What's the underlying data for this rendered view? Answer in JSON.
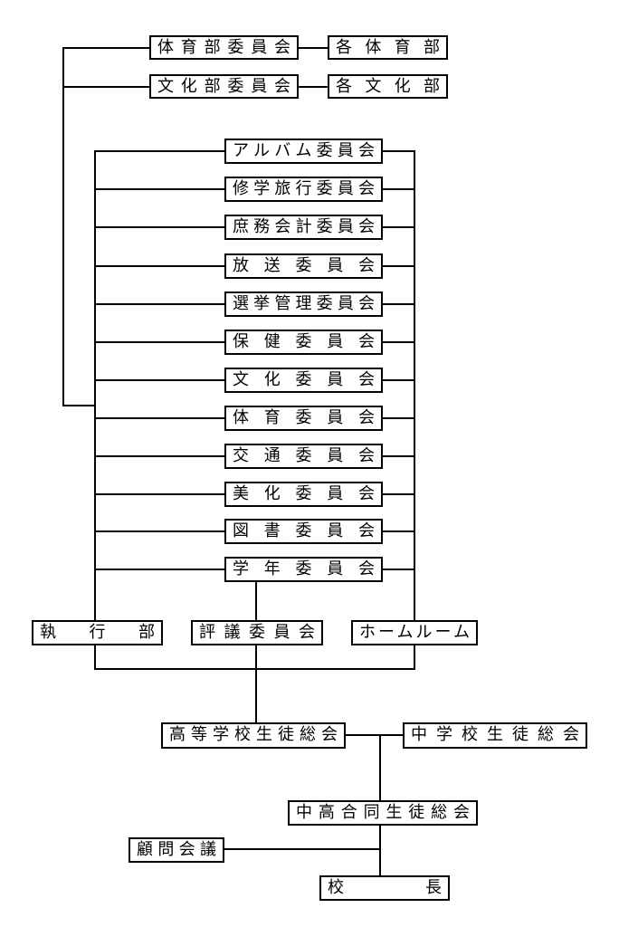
{
  "diagram": {
    "type": "org-chart",
    "colors": {
      "line": "#000000",
      "background": "#ffffff",
      "text": "#000000"
    },
    "club_branch": {
      "sports_club_committee": "体育部委員会",
      "each_sports_club": "各体育部",
      "culture_club_committee": "文化部委員会",
      "each_culture_club": "各文化部"
    },
    "committees": [
      {
        "label": "アルバム委員会"
      },
      {
        "label": "修学旅行委員会"
      },
      {
        "label": "庶務会計委員会"
      },
      {
        "label": "放送委員会"
      },
      {
        "label": "選挙管理委員会"
      },
      {
        "label": "保健委員会"
      },
      {
        "label": "文化委員会"
      },
      {
        "label": "体育委員会"
      },
      {
        "label": "交通委員会"
      },
      {
        "label": "美化委員会"
      },
      {
        "label": "図書委員会"
      },
      {
        "label": "学年委員会"
      }
    ],
    "organs": {
      "executive_board": "執行部",
      "council_committee": "評議委員会",
      "homeroom": "ホームルーム"
    },
    "assemblies": {
      "high_school": "高等学校生徒総会",
      "junior_high": "中学校生徒総会",
      "joint": "中高合同生徒総会"
    },
    "management": {
      "advisor_council": "顧問会議",
      "principal": "校長"
    }
  }
}
